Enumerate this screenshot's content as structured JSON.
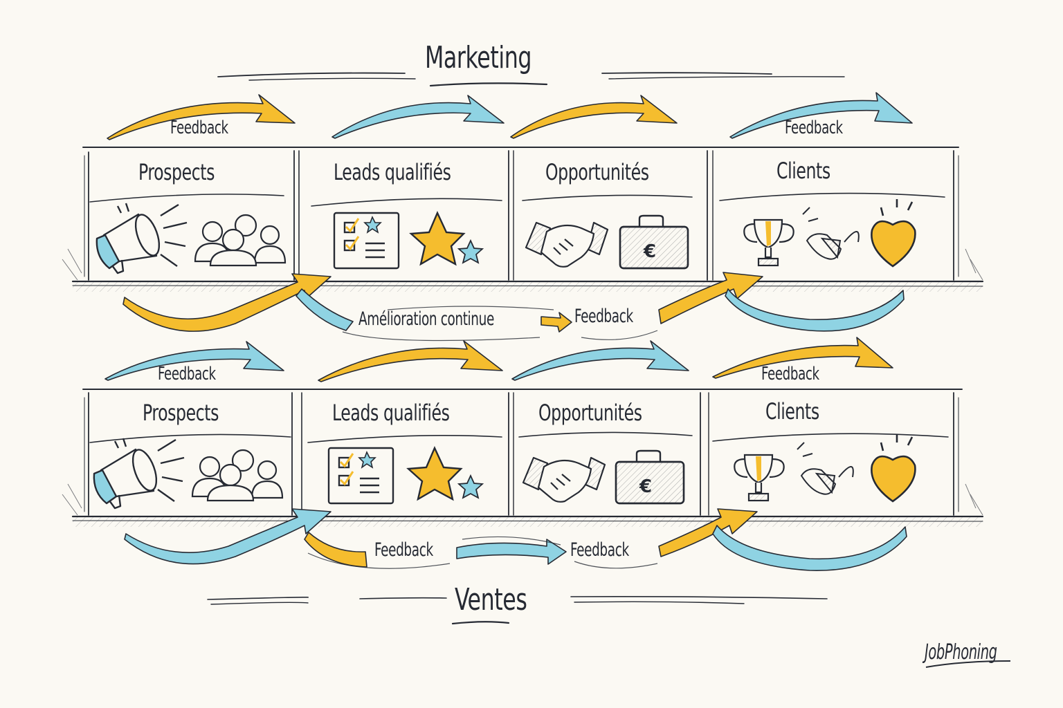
{
  "colors": {
    "background": "#fbf9f3",
    "ink": "#262a33",
    "yellow": "#f5bd2e",
    "blue": "#8fd3e3"
  },
  "marketing": {
    "title": "Marketing",
    "top_arrows": [
      {
        "color": "yellow",
        "label": "Feedback"
      },
      {
        "color": "blue",
        "label": ""
      },
      {
        "color": "yellow",
        "label": ""
      },
      {
        "color": "blue",
        "label": "Feedback"
      }
    ],
    "stages": [
      {
        "title": "Prospects",
        "icons": [
          "megaphone-icon",
          "people-group-icon"
        ]
      },
      {
        "title": "Leads qualifiés",
        "icons": [
          "checklist-icon",
          "star-icon",
          "small-star-icon"
        ]
      },
      {
        "title": "Opportunités",
        "icons": [
          "handshake-icon",
          "euro-briefcase-icon"
        ]
      },
      {
        "title": "Clients",
        "icons": [
          "trophy-icon",
          "hand-heart-icon",
          "heart-icon"
        ]
      }
    ],
    "loop_labels": {
      "improvement": "Amélioration continue",
      "feedback": "Feedback"
    }
  },
  "ventes": {
    "title": "Ventes",
    "top_arrows": [
      {
        "color": "blue",
        "label": "Feedback"
      },
      {
        "color": "yellow",
        "label": ""
      },
      {
        "color": "blue",
        "label": ""
      },
      {
        "color": "yellow",
        "label": "Feedback"
      }
    ],
    "stages": [
      {
        "title": "Prospects",
        "icons": [
          "megaphone-icon",
          "people-group-icon"
        ]
      },
      {
        "title": "Leads qualifiés",
        "icons": [
          "checklist-icon",
          "star-icon",
          "small-star-icon"
        ]
      },
      {
        "title": "Opportunités",
        "icons": [
          "handshake-icon",
          "euro-briefcase-icon"
        ]
      },
      {
        "title": "Clients",
        "icons": [
          "trophy-icon",
          "hand-heart-icon",
          "heart-icon"
        ]
      }
    ],
    "loop_labels": {
      "feedback_1": "Feedback",
      "feedback_2": "Feedback"
    }
  },
  "brand": "JobPhoning"
}
